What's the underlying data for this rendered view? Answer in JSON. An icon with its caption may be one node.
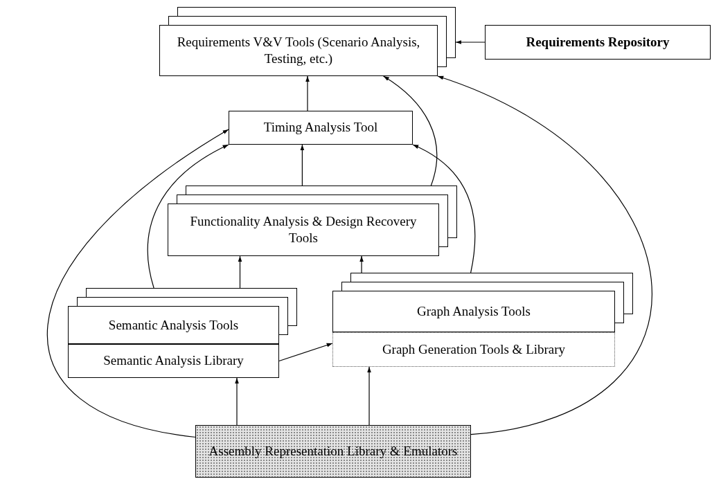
{
  "diagram": {
    "nodes": [
      {
        "text": [
          "Requirements V&V Tools (Scenario Analysis, Testing, etc.)"
        ]
      },
      {
        "text": [
          "Requirements Repository"
        ]
      },
      {
        "text": [
          "Timing Analysis Tool"
        ]
      },
      {
        "text": [
          "Functionality Analysis & Design Recovery Tools"
        ]
      },
      {
        "text": [
          "Semantic Analysis Tools"
        ]
      },
      {
        "text": [
          "Semantic Analysis Library"
        ]
      },
      {
        "text": [
          "Graph Analysis Tools"
        ]
      },
      {
        "text": [
          "Graph Generation Tools & Library"
        ]
      },
      {
        "text": [
          "Assembly Representation Library & Emulators"
        ]
      }
    ],
    "edges": [
      {
        "from": 1,
        "to": 0,
        "arrow": "to"
      },
      {
        "from": 2,
        "to": 0,
        "arrow": "to"
      },
      {
        "from": 3,
        "to": 2,
        "arrow": "to"
      },
      {
        "from": 4,
        "to": 3,
        "arrow": "to"
      },
      {
        "from": 6,
        "to": 3,
        "arrow": "to"
      },
      {
        "from": 4,
        "to": 2,
        "arrow": "to"
      },
      {
        "from": 8,
        "to": 2,
        "arrow": "to"
      },
      {
        "from": 3,
        "to": 0,
        "arrow": "to"
      },
      {
        "from": 6,
        "to": 2,
        "arrow": "to"
      },
      {
        "from": 8,
        "to": 0,
        "arrow": "to"
      },
      {
        "from": 5,
        "to": 7,
        "arrow": "to"
      },
      {
        "from": 8,
        "to": 5,
        "arrow": "to"
      },
      {
        "from": 8,
        "to": 7,
        "arrow": "to"
      }
    ]
  }
}
